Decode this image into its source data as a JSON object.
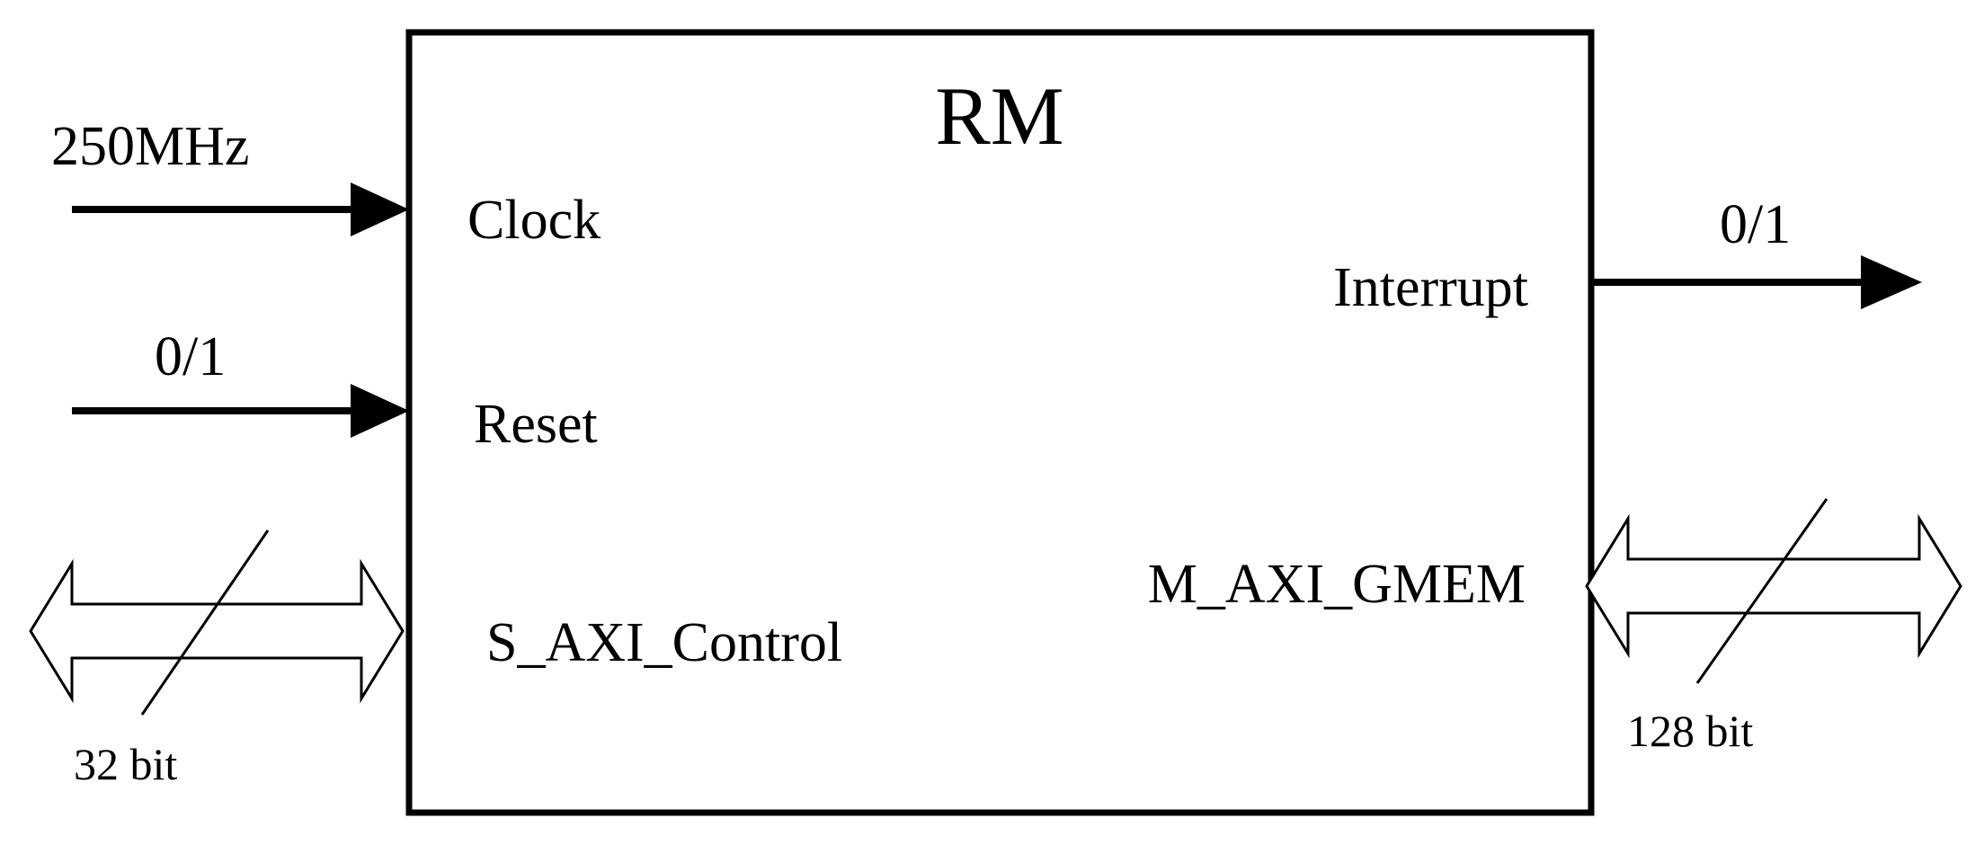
{
  "module": {
    "title": "RM"
  },
  "ports": {
    "clock": {
      "label": "Clock",
      "signal": "250MHz"
    },
    "reset": {
      "label": "Reset",
      "signal": "0/1"
    },
    "s_axi": {
      "label": "S_AXI_Control",
      "bus_width": "32 bit"
    },
    "interrupt": {
      "label": "Interrupt",
      "signal": "0/1"
    },
    "m_axi": {
      "label": "M_AXI_GMEM",
      "bus_width": "128 bit"
    }
  },
  "colors": {
    "stroke": "#000000",
    "background": "#ffffff"
  }
}
